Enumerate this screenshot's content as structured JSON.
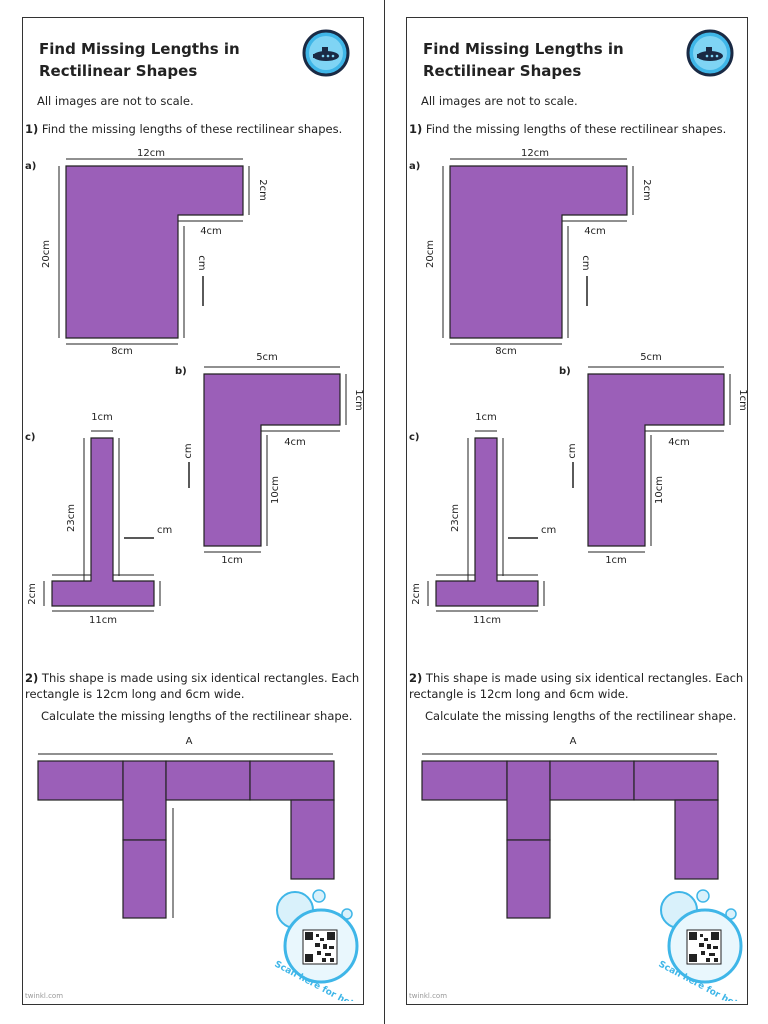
{
  "worksheet": {
    "title": "Find Missing Lengths in Rectilinear Shapes",
    "note": "All images are not to scale.",
    "q1": {
      "number": "1)",
      "text": "Find the missing lengths of these rectilinear shapes.",
      "shape_a": {
        "label": "a)",
        "dims": {
          "top": "12cm",
          "right": "2cm",
          "inner": "4cm",
          "left": "20cm",
          "bottom": "8cm",
          "missing": "cm"
        }
      },
      "shape_b": {
        "label": "b)",
        "dims": {
          "top": "5cm",
          "right": "1cm",
          "inner": "4cm",
          "missing": "cm",
          "height": "10cm",
          "bottom": "1cm"
        }
      },
      "shape_c": {
        "label": "c)",
        "dims": {
          "top": "1cm",
          "stem": "23cm",
          "missing": "cm",
          "base_height": "2cm",
          "bottom": "11cm"
        }
      }
    },
    "q2": {
      "number": "2)",
      "text": "This shape is made using six identical rectangles. Each rectangle is 12cm long and 6cm wide.",
      "task": "Calculate the missing lengths of the rectilinear shape.",
      "length_label": "A"
    },
    "qr": {
      "caption": "Scan here for help!"
    },
    "footer": "twinkl.com"
  },
  "colors": {
    "shape": "#9b5fb8",
    "bubble": "#3fb6e8",
    "text": "#222222"
  },
  "icons": [
    "submarine-icon",
    "qr-code-icon",
    "bubble-icon"
  ]
}
